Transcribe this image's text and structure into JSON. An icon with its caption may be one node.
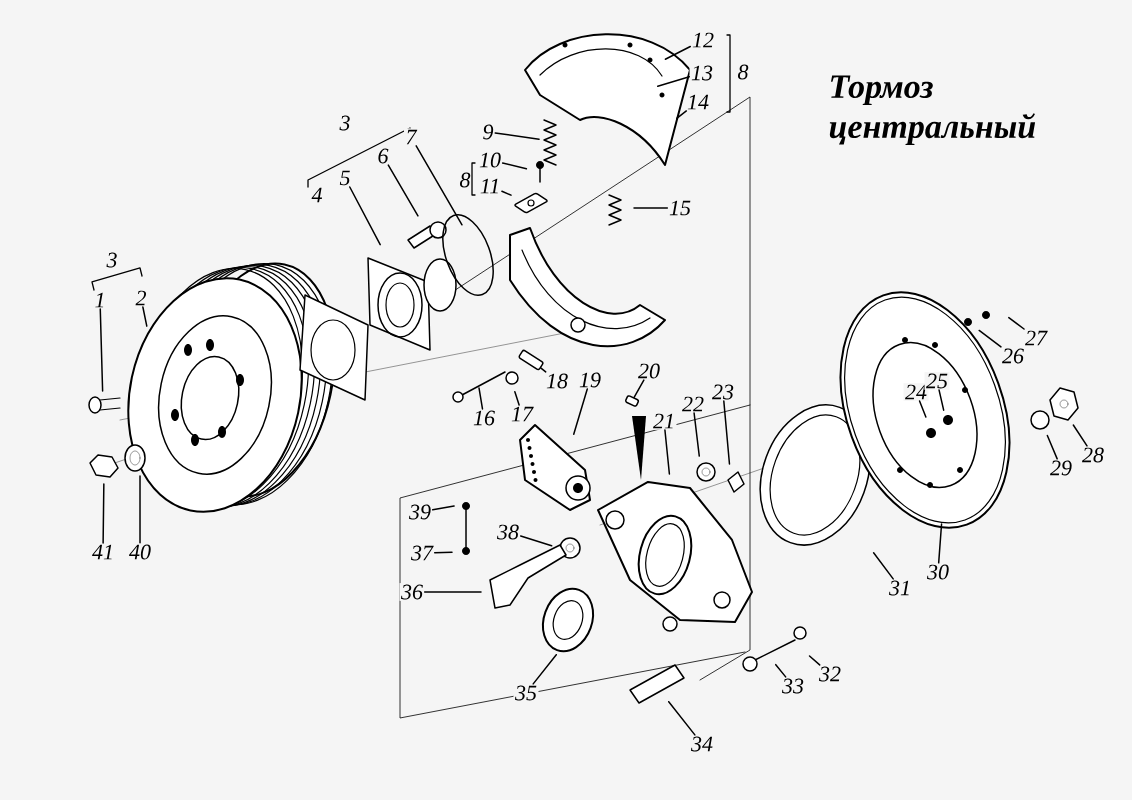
{
  "diagram": {
    "title": "Тормоз центральный",
    "nodes": [
      {
        "text": [
          "1"
        ]
      },
      {
        "text": [
          "2"
        ]
      },
      {
        "text": [
          "5"
        ]
      },
      {
        "text": [
          "6"
        ]
      },
      {
        "text": [
          "7"
        ]
      },
      {
        "text": [
          "9"
        ]
      },
      {
        "text": [
          "10"
        ]
      },
      {
        "text": [
          "11"
        ]
      },
      {
        "text": [
          "12"
        ]
      },
      {
        "text": [
          "13"
        ]
      },
      {
        "text": [
          "14"
        ]
      },
      {
        "text": [
          "15"
        ]
      },
      {
        "text": [
          "16"
        ]
      },
      {
        "text": [
          "17"
        ]
      },
      {
        "text": [
          "18"
        ]
      },
      {
        "text": [
          "19"
        ]
      },
      {
        "text": [
          "20"
        ]
      },
      {
        "text": [
          "21"
        ]
      },
      {
        "text": [
          "22"
        ]
      },
      {
        "text": [
          "23"
        ]
      },
      {
        "text": [
          "24"
        ]
      },
      {
        "text": [
          "25"
        ]
      },
      {
        "text": [
          "26"
        ]
      },
      {
        "text": [
          "27"
        ]
      },
      {
        "text": [
          "28"
        ]
      },
      {
        "text": [
          "29"
        ]
      },
      {
        "text": [
          "30"
        ]
      },
      {
        "text": [
          "31"
        ]
      },
      {
        "text": [
          "32"
        ]
      },
      {
        "text": [
          "33"
        ]
      },
      {
        "text": [
          "34"
        ]
      },
      {
        "text": [
          "35"
        ]
      },
      {
        "text": [
          "36"
        ]
      },
      {
        "text": [
          "37"
        ]
      },
      {
        "text": [
          "38"
        ]
      },
      {
        "text": [
          "39"
        ]
      },
      {
        "text": [
          "40"
        ]
      },
      {
        "text": [
          "41"
        ]
      },
      {
        "text": [],
        "shape": "cylinder"
      },
      {
        "text": [],
        "shape": "cylinder"
      }
    ],
    "edges": [
      {
        "from": 0,
        "to": null,
        "arrow": "none"
      },
      {
        "from": 1,
        "to": null,
        "arrow": "none"
      },
      {
        "from": 2,
        "to": null,
        "arrow": "none"
      },
      {
        "from": 3,
        "to": null,
        "arrow": "none"
      },
      {
        "from": 4,
        "to": null,
        "arrow": "none"
      },
      {
        "from": 5,
        "to": null,
        "arrow": "none"
      },
      {
        "from": 6,
        "to": null,
        "arrow": "none"
      },
      {
        "from": 7,
        "to": null,
        "arrow": "none"
      },
      {
        "from": 8,
        "to": null,
        "arrow": "none"
      },
      {
        "from": 9,
        "to": null,
        "arrow": "none"
      },
      {
        "from": 10,
        "to": null,
        "arrow": "none"
      },
      {
        "from": 11,
        "to": null,
        "arrow": "none"
      },
      {
        "from": 12,
        "to": null,
        "arrow": "none"
      },
      {
        "from": 13,
        "to": null,
        "arrow": "none"
      },
      {
        "from": 14,
        "to": 38,
        "arrow": "none"
      },
      {
        "from": 15,
        "to": null,
        "arrow": "none"
      },
      {
        "from": 16,
        "to": 39,
        "arrow": "none"
      },
      {
        "from": 17,
        "to": null,
        "arrow": "none"
      },
      {
        "from": 18,
        "to": null,
        "arrow": "none"
      },
      {
        "from": 19,
        "to": null,
        "arrow": "none"
      },
      {
        "from": 20,
        "to": null,
        "arrow": "none"
      },
      {
        "from": 21,
        "to": null,
        "arrow": "none"
      },
      {
        "from": 22,
        "to": null,
        "arrow": "none"
      },
      {
        "from": 23,
        "to": null,
        "arrow": "none"
      },
      {
        "from": 24,
        "to": null,
        "arrow": "none"
      },
      {
        "from": 25,
        "to": null,
        "arrow": "none"
      },
      {
        "from": 26,
        "to": null,
        "arrow": "none"
      },
      {
        "from": 27,
        "to": null,
        "arrow": "none"
      },
      {
        "from": 28,
        "to": null,
        "arrow": "none"
      },
      {
        "from": 29,
        "to": null,
        "arrow": "none"
      },
      {
        "from": 30,
        "to": null,
        "arrow": "none"
      },
      {
        "from": 31,
        "to": null,
        "arrow": "none"
      },
      {
        "from": 32,
        "to": null,
        "arrow": "none"
      },
      {
        "from": 33,
        "to": null,
        "arrow": "none"
      },
      {
        "from": 34,
        "to": null,
        "arrow": "none"
      },
      {
        "from": 35,
        "to": null,
        "arrow": "none"
      },
      {
        "from": 36,
        "to": null,
        "arrow": "none"
      },
      {
        "from": 37,
        "to": null,
        "arrow": "none"
      }
    ],
    "labels": [
      "8",
      "3",
      "8",
      "4",
      "3"
    ]
  }
}
